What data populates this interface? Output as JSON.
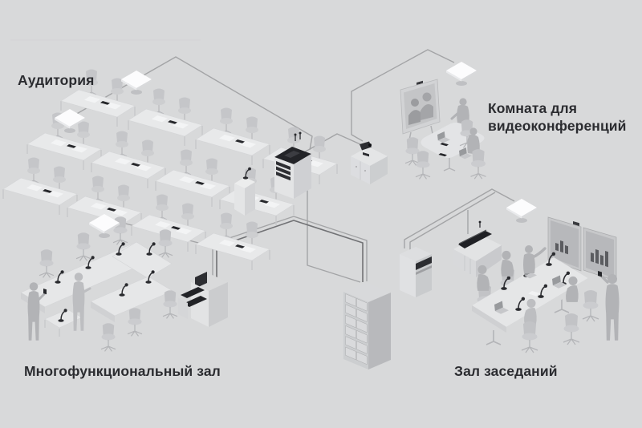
{
  "page": {
    "kind": "isometric-av-system-diagram",
    "background": "#d8d9da"
  },
  "colors": {
    "background": "#d8d9da",
    "label_text": "#2b2c30",
    "cable": "#a3a4a6",
    "cable_dark": "#717275",
    "equipment_dark": "#26272b",
    "furniture_light": "#e6e7e8",
    "silhouette": "#b2b3b6",
    "speaker_white": "#fcfcfd"
  },
  "rooms": {
    "auditorium": {
      "label": "Аудитория"
    },
    "videoconference": {
      "label_line1": "Комната для",
      "label_line2": "видеоконференций"
    },
    "multifunctional": {
      "label": "Многофункциональный зал"
    },
    "meeting": {
      "label": "Зал заседаний"
    }
  },
  "icons": {
    "ceiling_speaker": "white-iso-diamond",
    "server_rack": "iso-cabinet-with-panel-grid",
    "av_rack": "iso-rack-with-mixer-top",
    "equipment_rack": "iso-rack-small",
    "interpreter_console_cart": "iso-cart-dark-consoles",
    "podium": "iso-lectern-with-mic",
    "ptz_camera": "dark-camera-on-cabinet",
    "videoconference_display": "screen-with-camera",
    "dual_displays": "two-wall-screens-with-camera",
    "soundbar": "dark-bar-on-credenza",
    "gooseneck_mic": "dark-gooseneck",
    "desk_mic": "dark-puck"
  }
}
